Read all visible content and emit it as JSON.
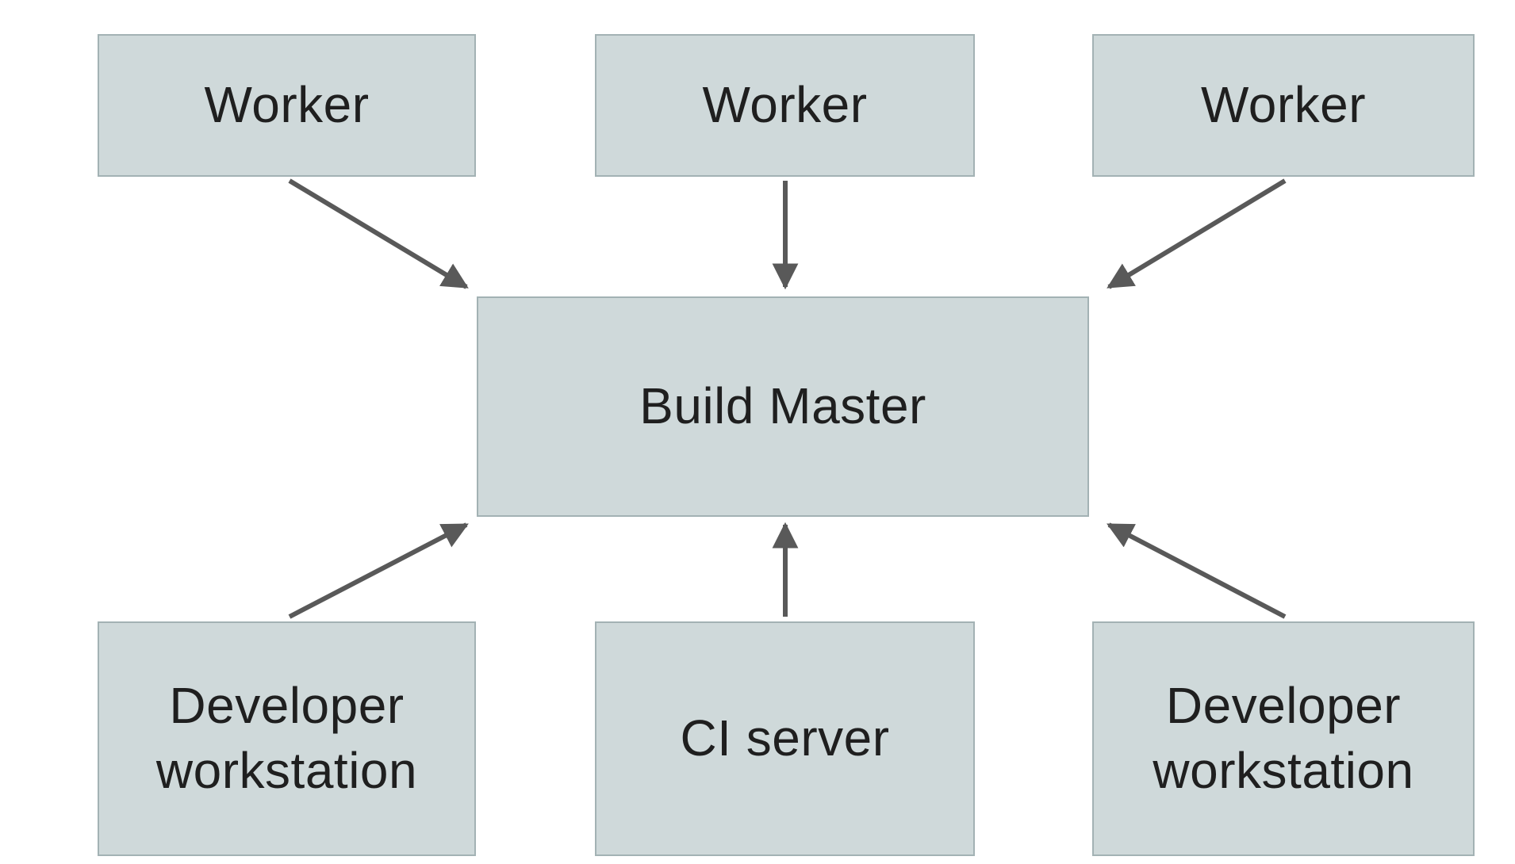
{
  "diagram_type": "architecture-diagram",
  "nodes": {
    "worker_left": {
      "label": "Worker"
    },
    "worker_center": {
      "label": "Worker"
    },
    "worker_right": {
      "label": "Worker"
    },
    "build_master": {
      "label": "Build Master"
    },
    "developer_workstation_left": {
      "label": "Developer workstation"
    },
    "ci_server": {
      "label": "CI server"
    },
    "developer_workstation_right": {
      "label": "Developer workstation"
    }
  },
  "edges": [
    {
      "from": "worker_left",
      "to": "build_master",
      "direction": "into-build-master"
    },
    {
      "from": "worker_center",
      "to": "build_master",
      "direction": "into-build-master"
    },
    {
      "from": "worker_right",
      "to": "build_master",
      "direction": "into-build-master"
    },
    {
      "from": "developer_workstation_left",
      "to": "build_master",
      "direction": "into-build-master"
    },
    {
      "from": "ci_server",
      "to": "build_master",
      "direction": "into-build-master"
    },
    {
      "from": "developer_workstation_right",
      "to": "build_master",
      "direction": "into-build-master"
    }
  ],
  "colors": {
    "node_fill": "#cfd9da",
    "node_border": "#a3b2b4",
    "arrow": "#595959",
    "text": "#1f1f1f",
    "background": "#ffffff"
  }
}
